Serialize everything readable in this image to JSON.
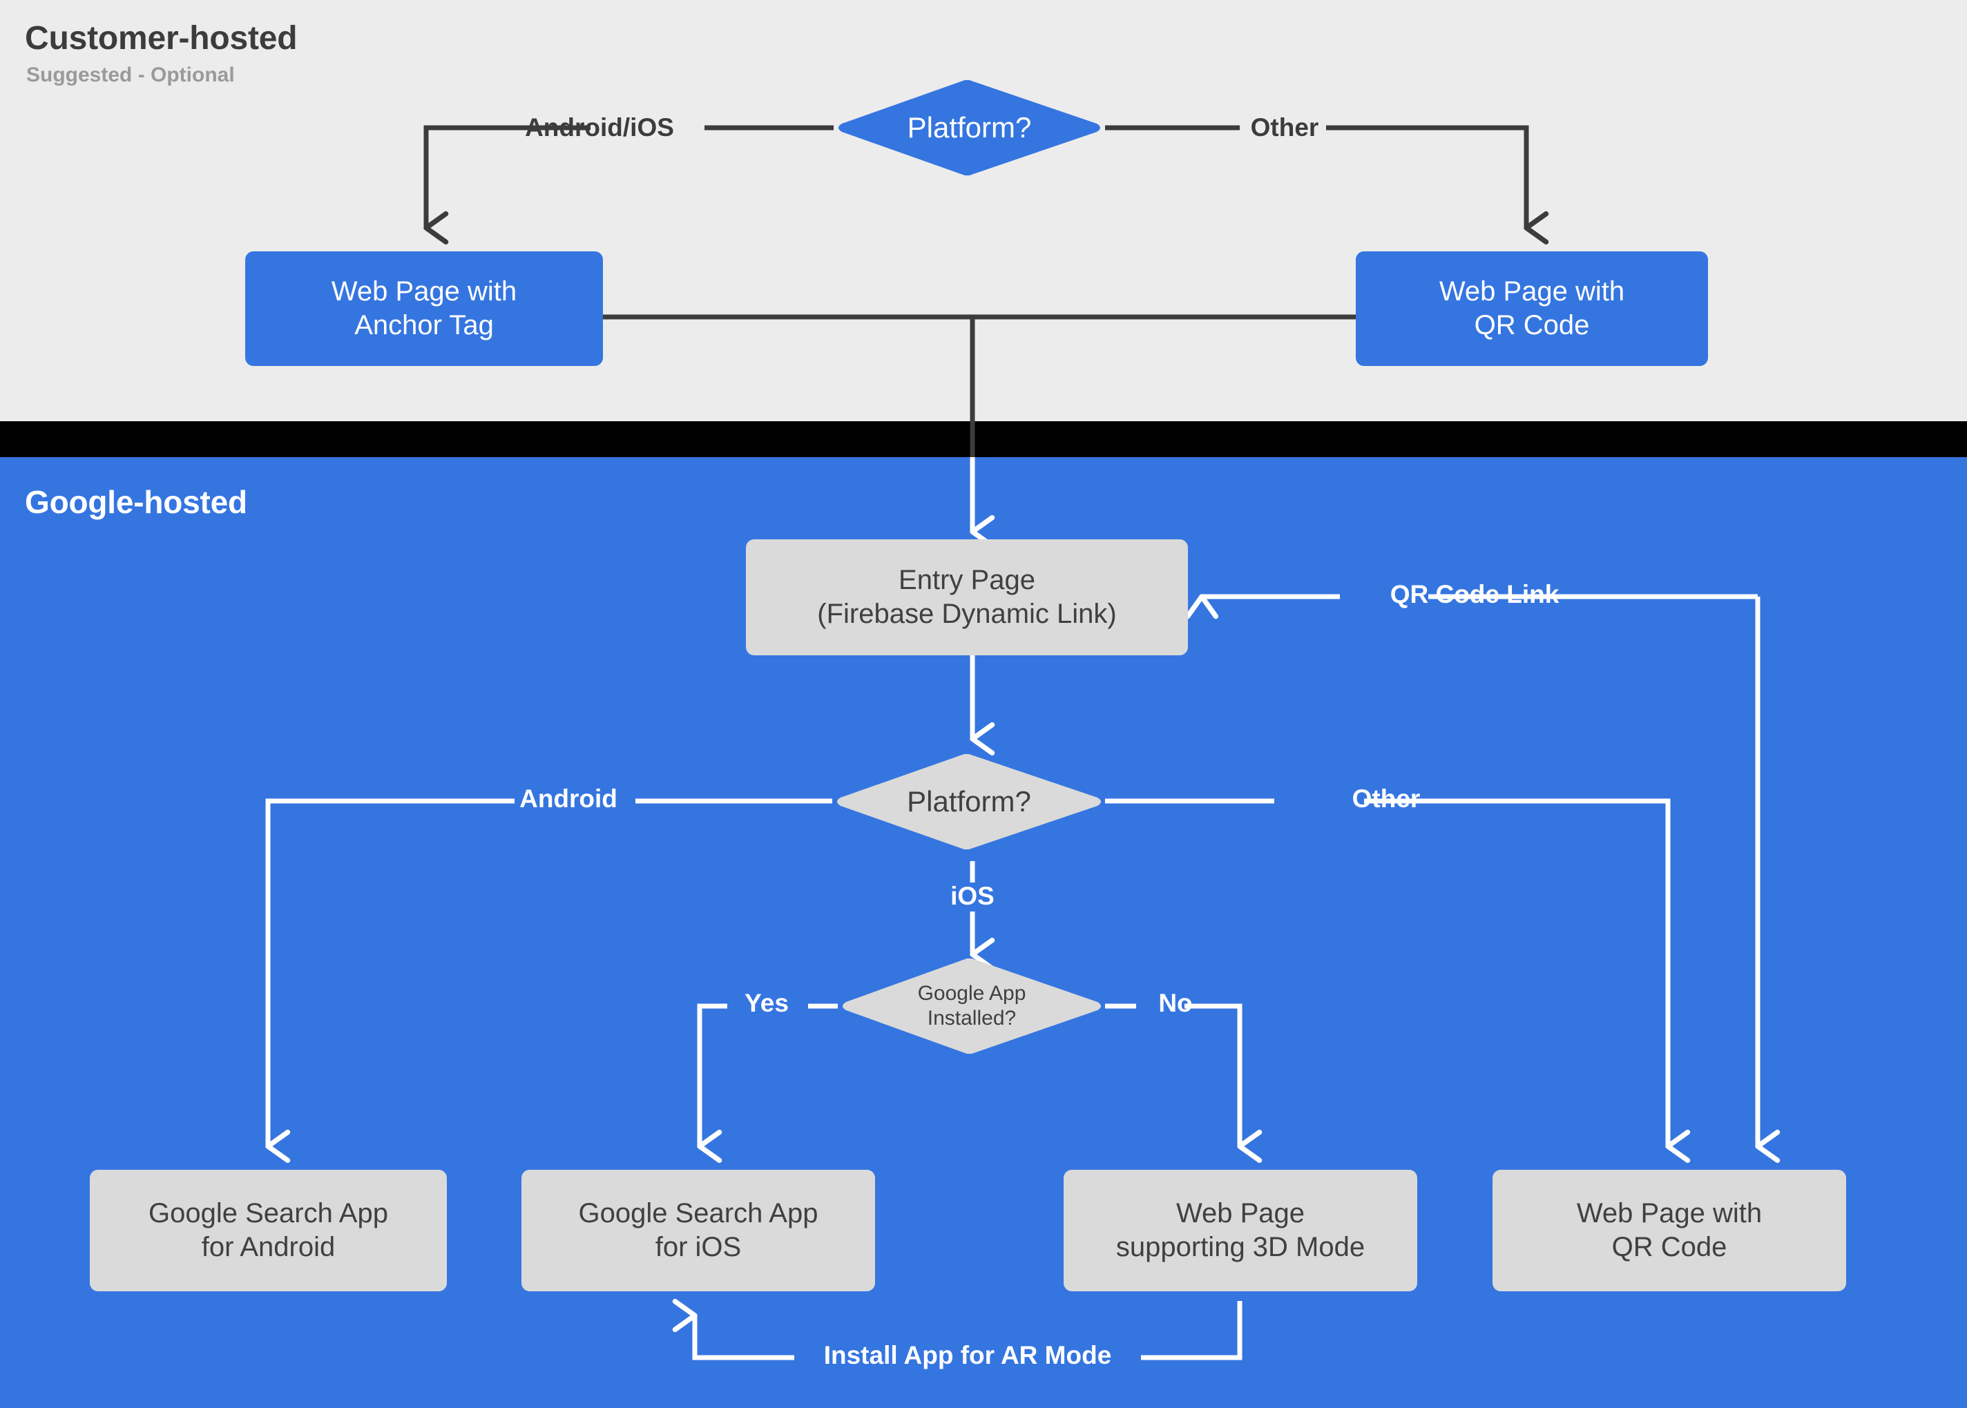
{
  "sections": {
    "customer": {
      "title": "Customer-hosted",
      "subtitle": "Suggested - Optional"
    },
    "google": {
      "title": "Google-hosted"
    }
  },
  "colors": {
    "customer_band": "#ececec",
    "divider_band": "#000000",
    "google_band": "#3575e0",
    "blue_node": "#3575e0",
    "gray_node": "#dadada",
    "dark_edge": "#3c3c3c",
    "light_edge": "#ffffff",
    "title_dark": "#3c3c3c",
    "subtitle_gray": "#9a9a9a"
  },
  "nodes": {
    "top_platform": {
      "label": "Platform?",
      "shape": "diamond",
      "fill": "blue"
    },
    "anchor_tag": {
      "line1": "Web Page with",
      "line2": "Anchor Tag",
      "shape": "box",
      "fill": "blue"
    },
    "qr_top": {
      "line1": "Web Page with",
      "line2": "QR Code",
      "shape": "box",
      "fill": "blue"
    },
    "entry_page": {
      "line1": "Entry Page",
      "line2": "(Firebase Dynamic Link)",
      "shape": "box",
      "fill": "gray"
    },
    "mid_platform": {
      "label": "Platform?",
      "shape": "diamond",
      "fill": "gray"
    },
    "app_installed": {
      "line1": "Google App",
      "line2": "Installed?",
      "shape": "diamond",
      "fill": "gray"
    },
    "gsa_android": {
      "line1": "Google Search App",
      "line2": "for Android",
      "shape": "box",
      "fill": "gray"
    },
    "gsa_ios": {
      "line1": "Google Search App",
      "line2": "for iOS",
      "shape": "box",
      "fill": "gray"
    },
    "web_3d": {
      "line1": "Web Page",
      "line2": "supporting 3D Mode",
      "shape": "box",
      "fill": "gray"
    },
    "qr_bottom": {
      "line1": "Web Page with",
      "line2": "QR Code",
      "shape": "box",
      "fill": "gray"
    }
  },
  "edge_labels": {
    "android_ios": "Android/iOS",
    "other_top": "Other",
    "qr_code_link": "QR Code Link",
    "android": "Android",
    "other_mid": "Other",
    "ios": "iOS",
    "yes": "Yes",
    "no": "No",
    "install_ar": "Install App for AR Mode"
  }
}
